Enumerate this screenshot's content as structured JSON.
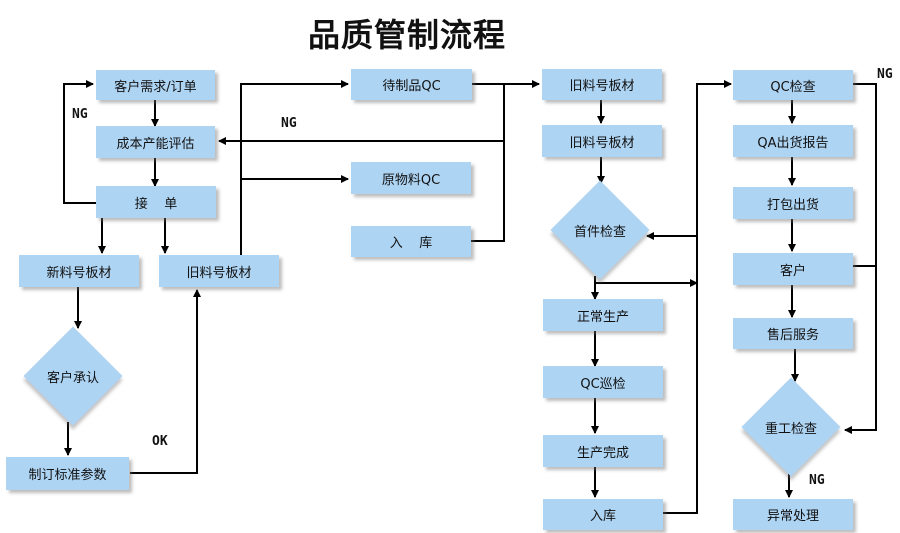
{
  "title": "品质管制流程",
  "nodes": {
    "customer_order": "客户需求/订单",
    "cost_eval": "成本产能评估",
    "accept_order": "接    单",
    "new_board": "新料号板材",
    "old_board": "旧料号板材",
    "customer_approval": "客户承认",
    "set_params": "制订标准参数",
    "pending_qc": "待制品QC",
    "raw_qc": "原物料QC",
    "warehouse_in": "入    库",
    "old_board_2": "旧料号板材",
    "old_board_3": "旧料号板材",
    "first_article": "首件检查",
    "normal_prod": "正常生产",
    "qc_patrol": "QC巡检",
    "prod_done": "生产完成",
    "warehouse_in_2": "入库",
    "qc_check": "QC检查",
    "qa_report": "QA出货报告",
    "pack_ship": "打包出货",
    "customer": "客户",
    "after_sales": "售后服务",
    "rework_check": "重工检查",
    "abnormal": "异常处理"
  },
  "labels": {
    "ng_left": "NG",
    "ng_mid": "NG",
    "ok": "OK",
    "ng_right_top": "NG",
    "ng_bottom": "NG"
  },
  "colors": {
    "box": "#aed4f3",
    "line": "#000000"
  }
}
